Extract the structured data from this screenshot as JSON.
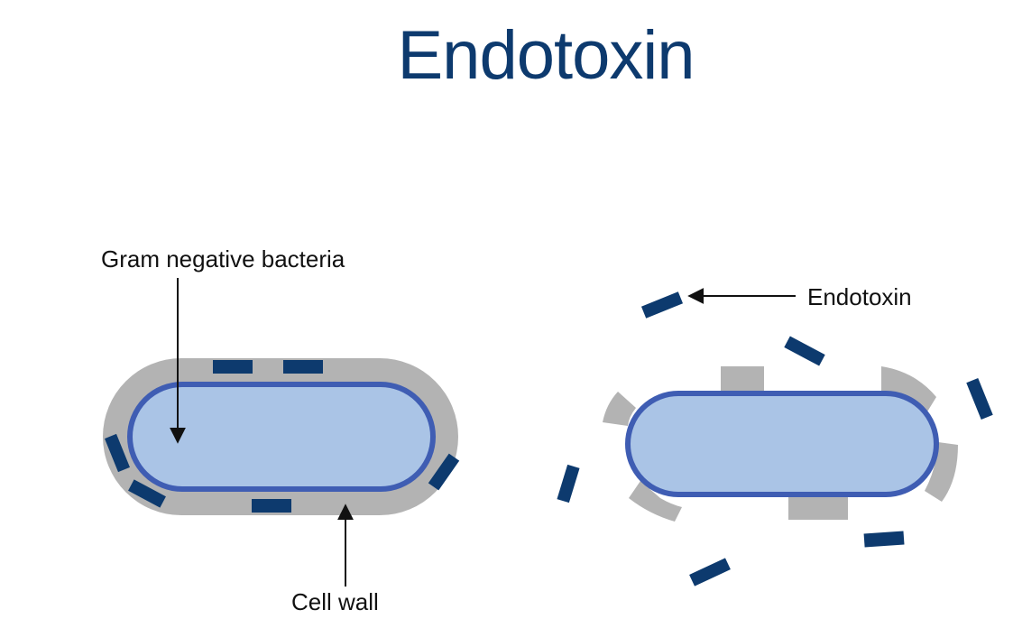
{
  "title": "Endotoxin",
  "labels": {
    "bacteria": "Gram negative bacteria",
    "cell_wall": "Cell wall",
    "endotoxin": "Endotoxin"
  },
  "colors": {
    "title": "#0d3a6e",
    "cell_fill": "#aac4e6",
    "cell_outline": "#3f5db3",
    "cell_wall": "#b3b3b3",
    "endotoxin": "#0d3a6e",
    "arrow": "#111111"
  }
}
